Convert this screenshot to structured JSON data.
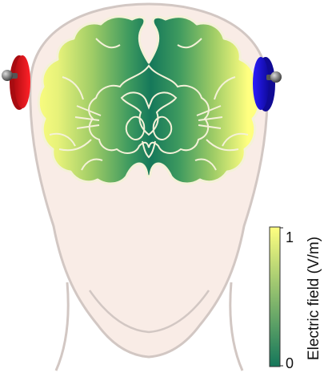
{
  "colorbar": {
    "label": "Electric field (V/m)",
    "max_label": "1",
    "min_label": "0",
    "colormap": [
      "#14765a",
      "#2e8c5d",
      "#5aa65e",
      "#8fc465",
      "#c9e26e",
      "#ffff7f"
    ]
  },
  "colors": {
    "skin": "#f9ece6",
    "skin_outline": "#d2c7c3",
    "brain_outline": "#f4f1d8",
    "left_electrode": "#e5121a",
    "right_electrode": "#1b12d9",
    "connector": "#555555"
  },
  "electrodes": {
    "left": {
      "name": "left-electrode",
      "polarity_color": "red"
    },
    "right": {
      "name": "right-electrode",
      "polarity_color": "blue"
    }
  }
}
